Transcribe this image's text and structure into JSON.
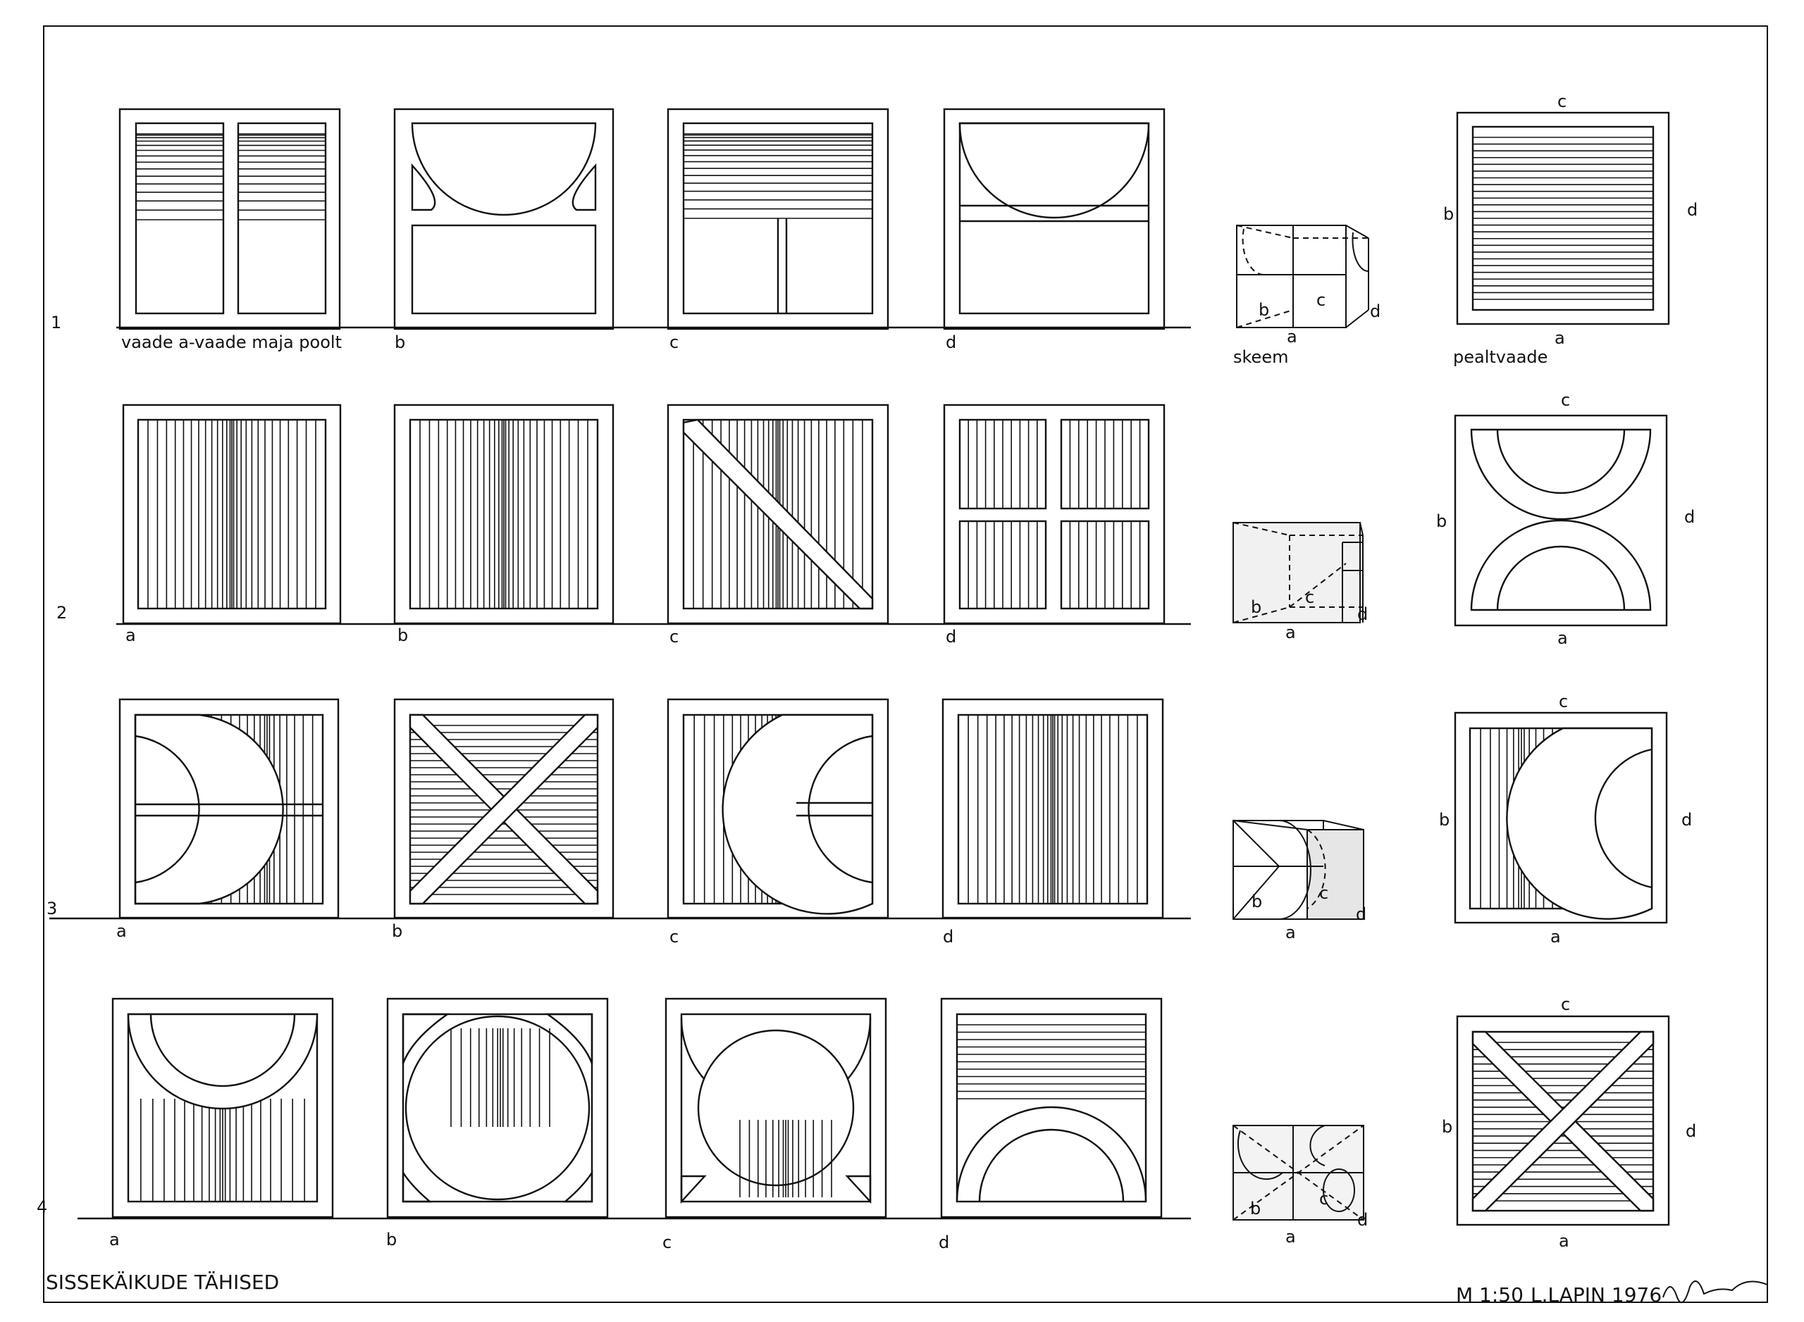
{
  "rows": [
    {
      "number": "1",
      "labels": [
        "vaade a-vaade maja poolt",
        "b",
        "c",
        "d"
      ],
      "skeem": {
        "caption": "skeem",
        "labels": [
          "a",
          "b",
          "c",
          "d"
        ]
      },
      "plan": {
        "caption": "pealtvaade",
        "labels": [
          "a",
          "b",
          "c",
          "d"
        ]
      }
    },
    {
      "number": "2",
      "labels": [
        "a",
        "b",
        "c",
        "d"
      ],
      "skeem": {
        "caption": "",
        "labels": [
          "a",
          "b",
          "c",
          "d"
        ]
      },
      "plan": {
        "caption": "",
        "labels": [
          "a",
          "b",
          "c",
          "d"
        ]
      }
    },
    {
      "number": "3",
      "labels": [
        "a",
        "b",
        "c",
        "d"
      ],
      "skeem": {
        "caption": "",
        "labels": [
          "a",
          "b",
          "c",
          "d"
        ]
      },
      "plan": {
        "caption": "",
        "labels": [
          "a",
          "b",
          "c",
          "d"
        ]
      }
    },
    {
      "number": "4",
      "labels": [
        "a",
        "b",
        "c",
        "d"
      ],
      "skeem": {
        "caption": "",
        "labels": [
          "a",
          "b",
          "c",
          "d"
        ]
      },
      "plan": {
        "caption": "",
        "labels": [
          "a",
          "b",
          "c",
          "d"
        ]
      }
    }
  ],
  "footer": {
    "title": "SISSEKÄIKUDE TÄHISED",
    "scale": "M 1:50",
    "author": "L.LAPIN 1976"
  },
  "colors": {
    "ink": "#111111",
    "paper": "#ffffff"
  }
}
